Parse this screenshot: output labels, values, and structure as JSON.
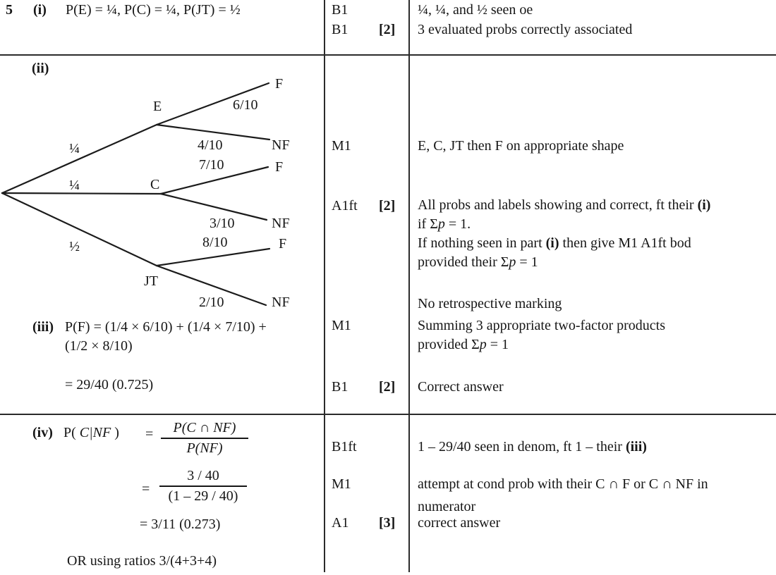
{
  "question_number": "5",
  "row_i": {
    "part_label": "(i)",
    "answer": "P(E) = ¼, P(C) = ¼, P(JT) = ½",
    "marks": {
      "m1": "B1",
      "m2": "B1",
      "total": "[2]"
    },
    "comments": {
      "line1": "¼, ¼, and ½ seen oe",
      "line2": "3 evaluated probs correctly associated"
    }
  },
  "row_ii": {
    "part_label": "(ii)",
    "tree": {
      "prob_e": "¼",
      "prob_c": "¼",
      "prob_jt": "½",
      "node_e": "E",
      "node_c": "C",
      "node_jt": "JT",
      "e_f_prob": "6/10",
      "e_f": "F",
      "e_nf_prob": "4/10",
      "e_nf": "NF",
      "c_f_prob": "7/10",
      "c_f": "F",
      "c_nf_prob": "3/10",
      "c_nf": "NF",
      "jt_f_prob": "8/10",
      "jt_f": "F",
      "jt_nf_prob": "2/10",
      "jt_nf": "NF"
    },
    "part_iii_label": "(iii)",
    "working_line1": "P(F) = (1/4 × 6/10) + (1/4 × 7/10) +",
    "working_line2": "(1/2 × 8/10)",
    "working_line3": "= 29/40 (0.725)",
    "marks": {
      "m1": "M1",
      "a1ft": "A1ft",
      "total_a": "[2]",
      "m1_iii": "M1",
      "b1": "B1",
      "total_b": "[2]"
    },
    "comments": {
      "m1": "E, C, JT then F on appropriate shape",
      "a1ft_l1_text": "All probs and labels showing and correct, ft their ",
      "a1ft_l1_bold": "(i)",
      "a1ft_l2_pre": "if Σ",
      "a1ft_l2_var": "p",
      "a1ft_l2_post": " = 1.",
      "a1ft_l3_pre": "If nothing seen in part ",
      "a1ft_l3_bold": "(i)",
      "a1ft_l3_post": " then give M1 A1ft bod",
      "a1ft_l4_pre": "provided their Σ",
      "a1ft_l4_var": "p",
      "a1ft_l4_post": " = 1",
      "note": "No retrospective marking",
      "m1_iii_l1": "Summing 3 appropriate two-factor products",
      "m1_iii_l2_pre": "provided Σ",
      "m1_iii_l2_var": "p",
      "m1_iii_l2_post": " = 1",
      "b1": "Correct answer"
    }
  },
  "row_iv": {
    "part_label": "(iv)",
    "lhs_pre": "P( ",
    "lhs_var": "C|NF",
    "lhs_post": " )",
    "equals1": "=",
    "fraction1": {
      "numerator": "P(C ∩ NF)",
      "denominator": "P(NF)"
    },
    "equals2": "=",
    "fraction2": {
      "numerator": "3 / 40",
      "denominator": "(1 – 29 / 40)"
    },
    "result": "= 3/11 (0.273)",
    "alternative": "OR using ratios 3/(4+3+4)",
    "marks": {
      "b1ft": "B1ft",
      "m1": "M1",
      "a1": "A1",
      "total": "[3]"
    },
    "comments": {
      "b1ft_text": "1 – 29/40 seen in denom, ft 1 – their ",
      "b1ft_bold": "(iii)",
      "m1_l1": "attempt at cond prob with their C ∩ F or C ∩ NF in",
      "m1_l2": "numerator",
      "a1": "correct answer"
    }
  }
}
